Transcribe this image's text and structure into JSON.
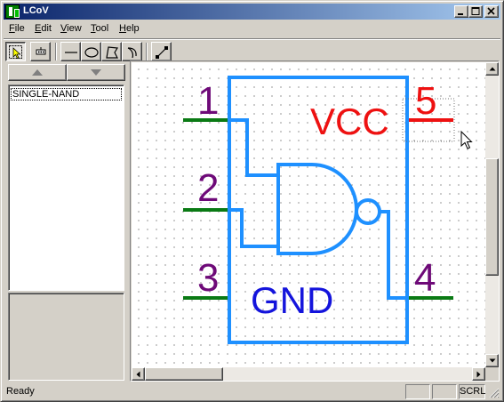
{
  "window": {
    "title": "LCoV",
    "controls": {
      "minimize": "_",
      "maximize": "□",
      "close": "×"
    }
  },
  "menu": {
    "items": [
      {
        "label": "File",
        "key": "F",
        "rest": "ile"
      },
      {
        "label": "Edit",
        "key": "E",
        "rest": "dit"
      },
      {
        "label": "View",
        "key": "V",
        "rest": "iew"
      },
      {
        "label": "Tool",
        "key": "T",
        "rest": "ool"
      },
      {
        "label": "Help",
        "key": "H",
        "rest": "elp"
      }
    ]
  },
  "toolbar": {
    "tools": [
      "select-tool",
      "pin-tool",
      "line-tool",
      "ellipse-tool",
      "polygon-tool",
      "arc-tool",
      "wire-tool"
    ],
    "active": "select-tool"
  },
  "left_panel": {
    "list_items": [
      "SINGLE-NAND"
    ],
    "selected_index": 0
  },
  "symbol": {
    "pins": [
      {
        "number": "1",
        "color": "#6e0a78"
      },
      {
        "number": "2",
        "color": "#6e0a78"
      },
      {
        "number": "3",
        "color": "#6e0a78"
      },
      {
        "number": "4",
        "color": "#6e0a78"
      },
      {
        "number": "5",
        "color": "#ee1111"
      }
    ],
    "power_label": "VCC",
    "ground_label": "GND",
    "colors": {
      "body": "#1e90ff",
      "pin_normal": "#0a7a14",
      "pin_selected": "#ee1111",
      "power_label": "#ee1111",
      "ground_label": "#1414dc"
    }
  },
  "statusbar": {
    "status": "Ready",
    "panels": [
      "",
      "",
      "SCRL"
    ]
  },
  "colors": {
    "titlebar_start": "#0a246a",
    "titlebar_end": "#a6caf0",
    "chrome": "#d4d0c8"
  }
}
